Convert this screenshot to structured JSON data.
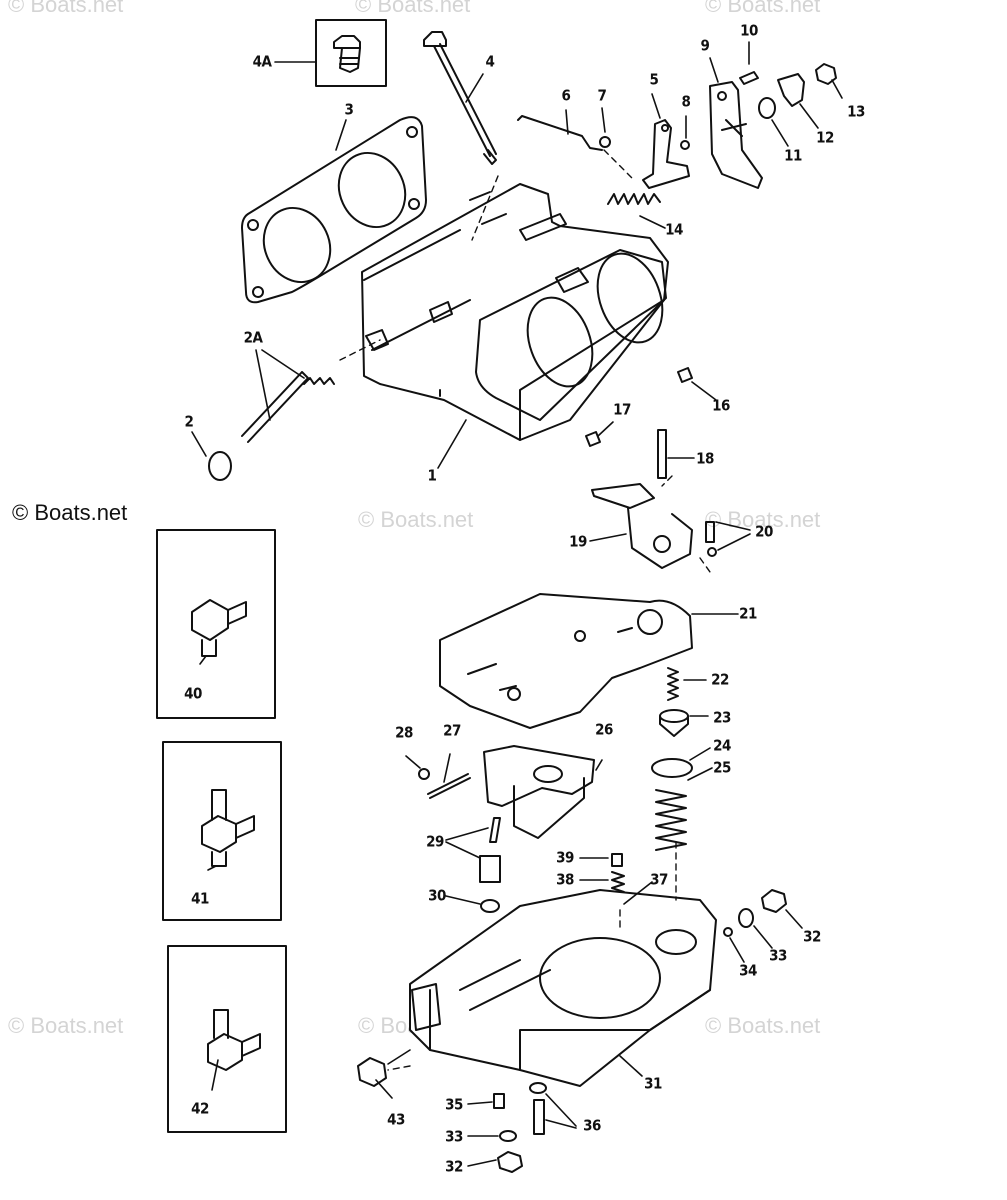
{
  "copyright": "© Boats.net",
  "watermark": "© Boats.net",
  "labels": {
    "p4A": "4A",
    "p4": "4",
    "p3": "3",
    "p6": "6",
    "p7": "7",
    "p5": "5",
    "p8": "8",
    "p9": "9",
    "p10": "10",
    "p13": "13",
    "p12": "12",
    "p11": "11",
    "p14": "14",
    "p2A": "2A",
    "p2": "2",
    "p1": "1",
    "p16": "16",
    "p17": "17",
    "p18": "18",
    "p19": "19",
    "p20": "20",
    "p21": "21",
    "p22": "22",
    "p23": "23",
    "p24": "24",
    "p25": "25",
    "p26": "26",
    "p27": "27",
    "p28": "28",
    "p29": "29",
    "p30": "30",
    "p39": "39",
    "p38": "38",
    "p37": "37",
    "p32a": "32",
    "p33a": "33",
    "p34": "34",
    "p31": "31",
    "p35": "35",
    "p33b": "33",
    "p32b": "32",
    "p36": "36",
    "p43": "43",
    "p40": "40",
    "p41": "41",
    "p42": "42"
  }
}
